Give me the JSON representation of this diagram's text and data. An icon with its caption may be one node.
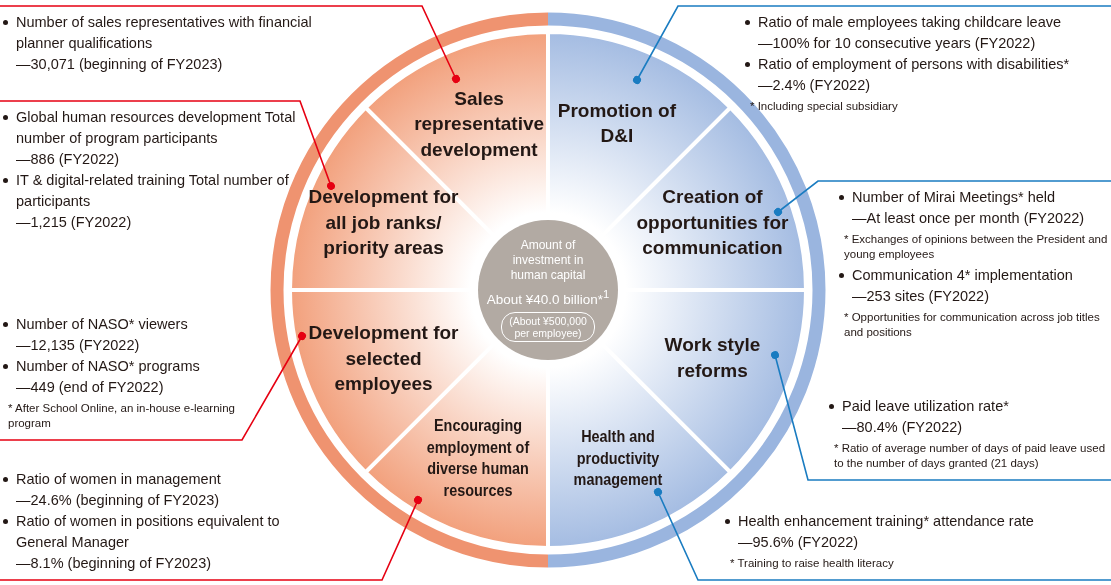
{
  "diagram": {
    "nodes": [
      {
        "text": [
          "Amount of investment in human capital",
          "About ¥40.0 billion*$^{1}$",
          "(About ¥500,000 per employee)"
        ]
      },
      {
        "text": [
          "Sales representative development"
        ]
      },
      {
        "text": [
          "Development for all job ranks/ priority areas"
        ]
      },
      {
        "text": [
          "Development for selected employees"
        ]
      },
      {
        "text": [
          "Encouraging employment of diverse human resources"
        ]
      },
      {
        "text": [
          "Promotion of D&I"
        ]
      },
      {
        "text": [
          "Creation of opportunities for communication"
        ]
      },
      {
        "text": [
          "Work style reforms"
        ]
      },
      {
        "text": [
          "Health and productivity management"
        ]
      },
      {
        "text": [
          "Number of sales representatives with financial planner qualifications",
          "—30,071 (beginning of FY2023)"
        ]
      },
      {
        "text": [
          "Global human resources development Total number of program participants",
          "—886 (FY2022)",
          "IT & digital-related training Total number of participants",
          "—1,215 (FY2022)"
        ]
      },
      {
        "text": [
          "Number of NASO* viewers",
          "—12,135 (FY2022)",
          "Number of NASO* programs",
          "—449 (end of FY2022)",
          "* After School Online, an in-house e-learning program"
        ]
      },
      {
        "text": [
          "Ratio of women in management",
          "—24.6% (beginning of FY2023)",
          "Ratio of women in positions equivalent to General Manager",
          "—8.1% (beginning of FY2023)"
        ]
      },
      {
        "text": [
          "Ratio of male employees taking childcare leave",
          "—100% for 10 consecutive years (FY2022)",
          "Ratio of employment of persons with disabilities*",
          "—2.4% (FY2022)",
          "* Including special subsidiary"
        ]
      },
      {
        "text": [
          "Number of Mirai Meetings* held",
          "—At least once per month (FY2022)",
          "* Exchanges of opinions between the President and young employees",
          "Communication 4* implementation",
          "—253 sites (FY2022)",
          "* Opportunities for communication across job titles and positions"
        ]
      },
      {
        "text": [
          "Paid leave utilization rate*",
          "—80.4% (FY2022)",
          "* Ratio of average number of days of paid leave used to the number of days granted (21 days)"
        ]
      },
      {
        "text": [
          "Health enhancement training* attendance rate",
          "—95.6% (FY2022)",
          "* Training to raise health literacy"
        ]
      }
    ],
    "edges": [
      {
        "from": 1,
        "to": 9,
        "arrow": "other",
        "color": "#e60012"
      },
      {
        "from": 2,
        "to": 10,
        "arrow": "other",
        "color": "#e60012"
      },
      {
        "from": 3,
        "to": 11,
        "arrow": "other",
        "color": "#e60012"
      },
      {
        "from": 4,
        "to": 12,
        "arrow": "other",
        "color": "#e60012"
      },
      {
        "from": 5,
        "to": 13,
        "arrow": "other",
        "color": "#1a7cc1"
      },
      {
        "from": 6,
        "to": 14,
        "arrow": "other",
        "color": "#1a7cc1"
      },
      {
        "from": 7,
        "to": 15,
        "arrow": "other",
        "color": "#1a7cc1"
      },
      {
        "from": 8,
        "to": 16,
        "arrow": "other",
        "color": "#1a7cc1"
      }
    ]
  }
}
